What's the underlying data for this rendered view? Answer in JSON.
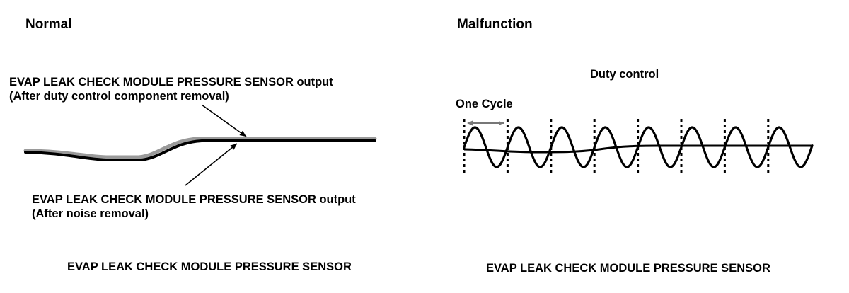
{
  "normal": {
    "title": "Normal",
    "callout_top_line1": "EVAP LEAK CHECK MODULE PRESSURE SENSOR output",
    "callout_top_line2": "(After duty control component removal)",
    "callout_bottom_line1": "EVAP LEAK CHECK MODULE PRESSURE SENSOR output",
    "callout_bottom_line2": "(After noise removal)",
    "caption": "EVAP LEAK CHECK MODULE PRESSURE SENSOR"
  },
  "malfunction": {
    "title": "Malfunction",
    "duty_label": "Duty control",
    "cycle_label": "One Cycle",
    "caption": "EVAP LEAK CHECK MODULE PRESSURE SENSOR",
    "cycles": 8
  }
}
